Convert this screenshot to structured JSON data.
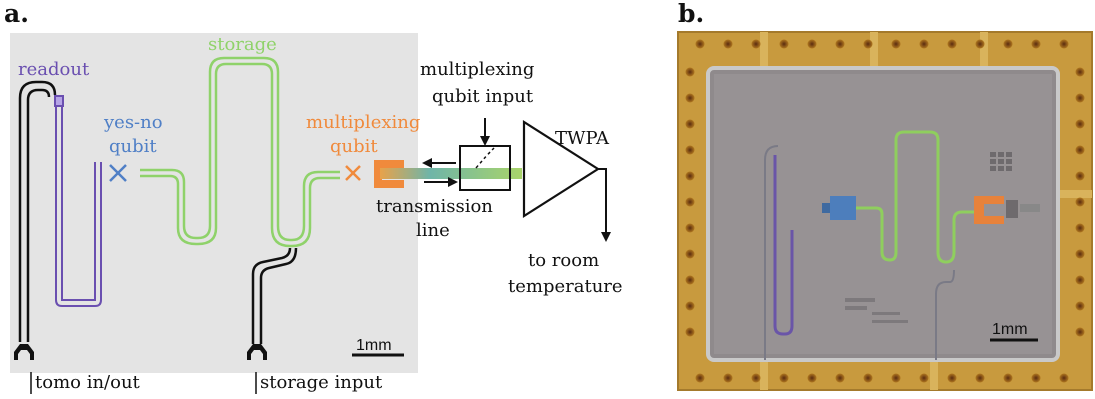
{
  "panel_a": {
    "letter": "a.",
    "labels": {
      "readout": "readout",
      "storage": "storage",
      "yesno_line1": "yes-no",
      "yesno_line2": "qubit",
      "mux_line1": "multiplexing",
      "mux_line2": "qubit",
      "mux_input_line1": "multiplexing",
      "mux_input_line2": "qubit input",
      "twpa": "TWPA",
      "transmission_line1": "transmission",
      "transmission_line2": "line",
      "to_room_line1": "to room",
      "to_room_line2": "temperature",
      "tomo": "tomo in/out",
      "storage_input": "storage input",
      "scale": "1mm"
    }
  },
  "panel_b": {
    "letter": "b.",
    "scale": "1mm"
  },
  "colors": {
    "readout": "#6a4fb0",
    "yesno": "#4f7fc6",
    "storage": "#8fd26a",
    "multiplexing": "#f08a3c",
    "chip_bg": "#e4e4e4",
    "gold": "#c89a3e"
  }
}
